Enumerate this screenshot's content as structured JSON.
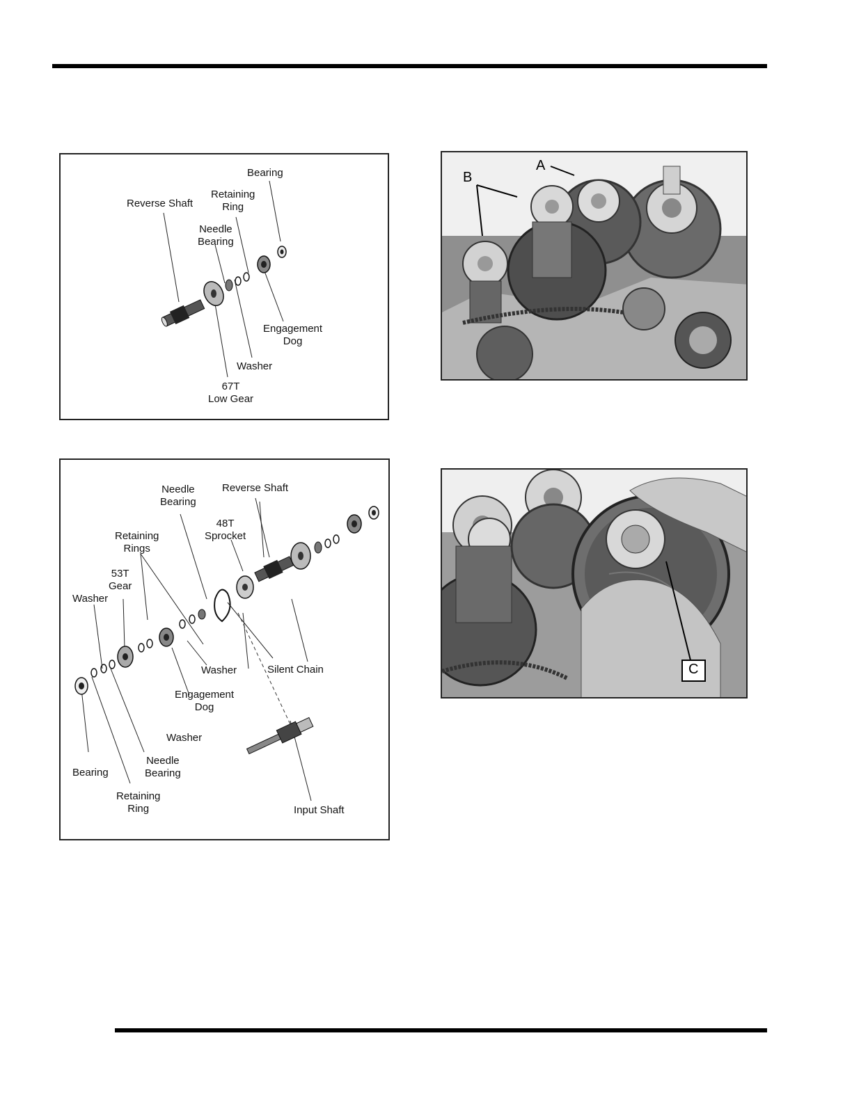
{
  "figure1": {
    "labels": {
      "bearing": "Bearing",
      "retaining_ring": "Retaining\nRing",
      "reverse_shaft": "Reverse Shaft",
      "needle_bearing": "Needle\nBearing",
      "engagement_dog": "Engagement\nDog",
      "washer": "Washer",
      "low_gear": "67T\nLow Gear"
    }
  },
  "figure2": {
    "labels": {
      "needle_bearing_top": "Needle\nBearing",
      "reverse_shaft": "Reverse Shaft",
      "sprocket": "48T\nSprocket",
      "retaining_rings": "Retaining\nRings",
      "gear_53t": "53T\nGear",
      "washer_left": "Washer",
      "washer_mid": "Washer",
      "silent_chain": "Silent Chain",
      "engagement_dog": "Engagement\nDog",
      "washer_low": "Washer",
      "needle_bearing_low": "Needle\nBearing",
      "bearing": "Bearing",
      "retaining_ring": "Retaining\nRing",
      "input_shaft": "Input Shaft"
    }
  },
  "photo1": {
    "callouts": {
      "a": "A",
      "b": "B"
    }
  },
  "photo2": {
    "callouts": {
      "c": "C"
    }
  }
}
